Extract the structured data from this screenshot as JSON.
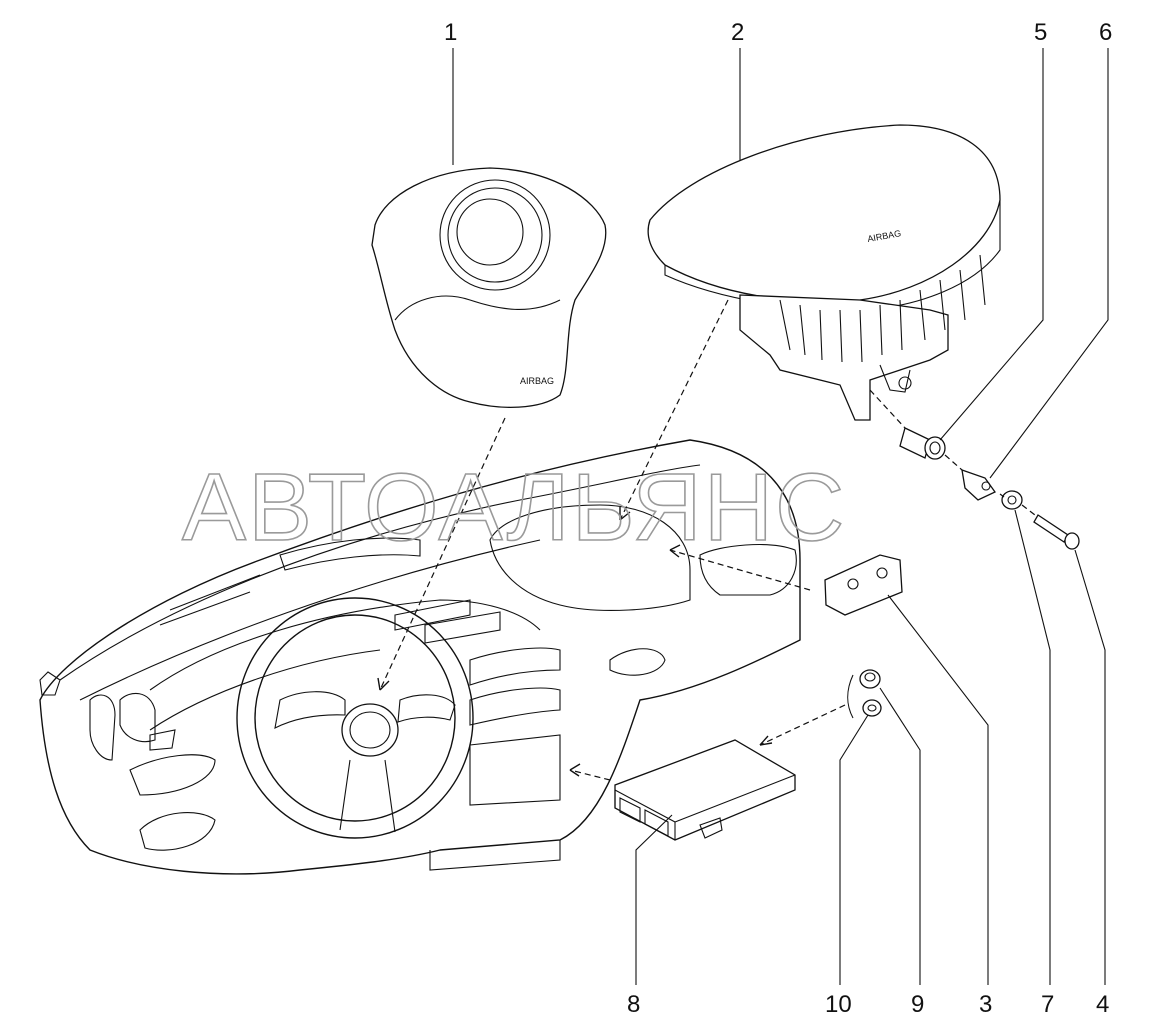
{
  "watermark": "АВТОАЛЬЯНС",
  "labels": {
    "airbag_steering": "AIRBAG",
    "airbag_passenger": "AIRBAG"
  },
  "callouts": [
    "1",
    "2",
    "5",
    "6",
    "3",
    "7",
    "4",
    "8",
    "10",
    "9"
  ],
  "colors": {
    "line": "#111111",
    "watermark": "#9a9a9a",
    "background": "#ffffff"
  }
}
